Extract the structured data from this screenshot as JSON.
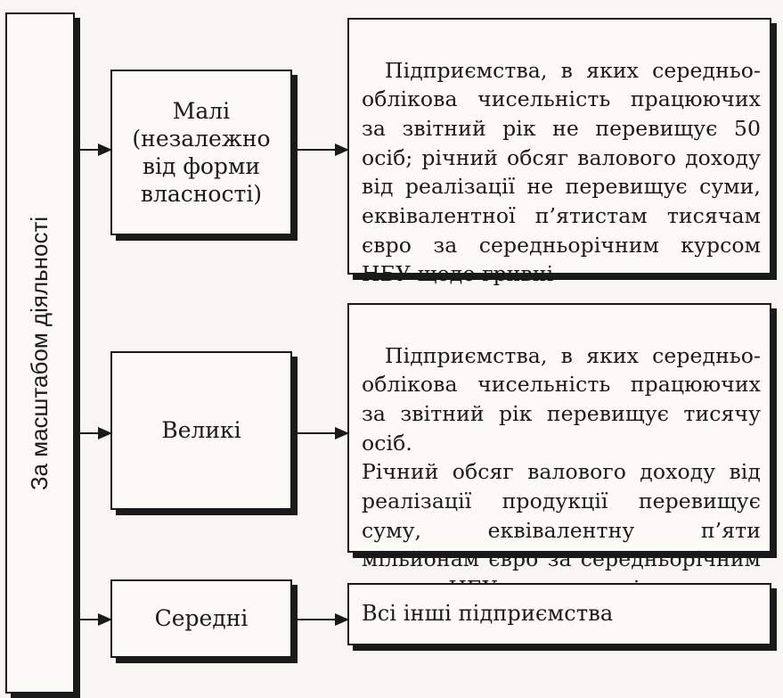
{
  "side_label": "За масштабом діяльності",
  "categories": [
    {
      "label": "Малі\n(незалежно\nвід форми\nвласності)"
    },
    {
      "label": "Великі"
    },
    {
      "label": "Середні"
    }
  ],
  "descriptions": [
    {
      "text": "Підприємства, в яких середньо­облікова чисельність працюючих за звітний рік не перевищує 50 осіб; річний обсяг валового доходу від ре­алізації не перевищує суми, еквіва­лентної п’ятистам тисячам євро за середньорічним курсом НБУ щодо гривні"
    },
    {
      "text": "Підприємства, в яких середньо­облікова чисельність працюючих за звітний рік перевищує тисячу осіб.\nРічний обсяг валового доходу від ре­алізації продукції перевищує суму, еквівалентну п’яти мільйонам євро за середньорічним курсом НБУ що­до гривні"
    },
    {
      "text": "Всі інші підприємства"
    }
  ]
}
